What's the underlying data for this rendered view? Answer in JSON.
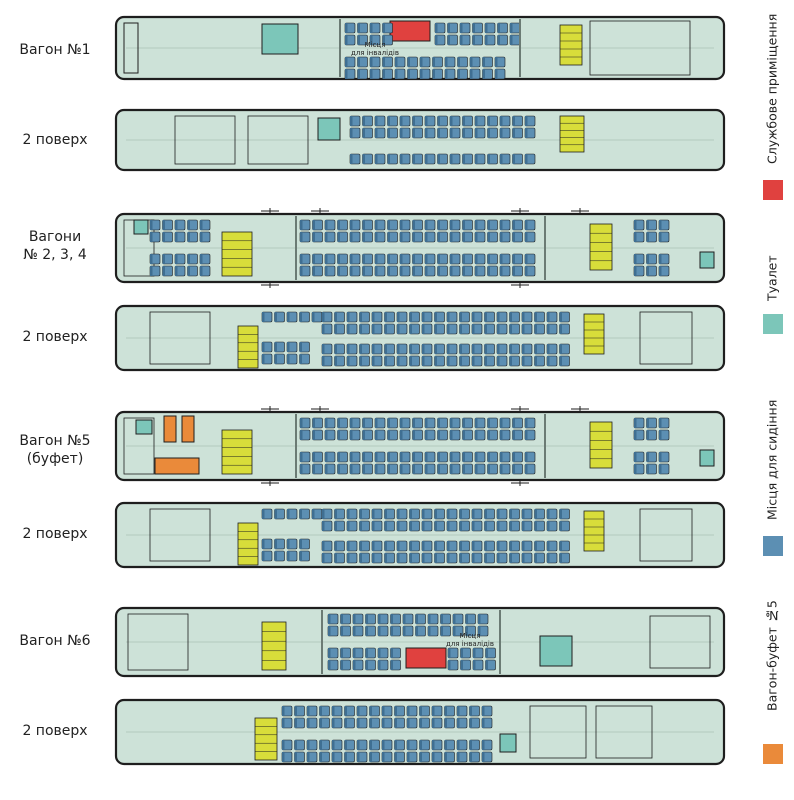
{
  "colors": {
    "body": "#cde2d8",
    "outline": "#1e1e1e",
    "seat": "#5c8fb3",
    "seat_back": "#3f6f92",
    "stairs": "#d8dd3a",
    "service": "#e0413f",
    "toilet": "#7cc6b9",
    "buffet": "#ea8a3a",
    "partition": "#6b7b74"
  },
  "cars": [
    {
      "label_lines": [
        "Вагон №1"
      ],
      "text_top": "Місця",
      "text_bottom": "для інвалідів"
    },
    {
      "label_lines": [
        "2 поверх"
      ]
    },
    {
      "label_lines": [
        "Вагони",
        "№ 2, 3, 4"
      ]
    },
    {
      "label_lines": [
        "2 поверх"
      ]
    },
    {
      "label_lines": [
        "Вагон №5",
        "(буфет)"
      ]
    },
    {
      "label_lines": [
        "2 поверх"
      ]
    },
    {
      "label_lines": [
        "Вагон №6"
      ],
      "text_top": "Місця",
      "text_bottom": "для інвалідів"
    },
    {
      "label_lines": [
        "2 поверх"
      ]
    }
  ],
  "legend": [
    {
      "label": "Службове приміщення",
      "color": "#e0413f"
    },
    {
      "label": "Туалет",
      "color": "#7cc6b9"
    },
    {
      "label": "Місця для сидіння",
      "color": "#5c8fb3"
    },
    {
      "label": "Вагон-буфет №5",
      "color": "#ea8a3a"
    }
  ]
}
